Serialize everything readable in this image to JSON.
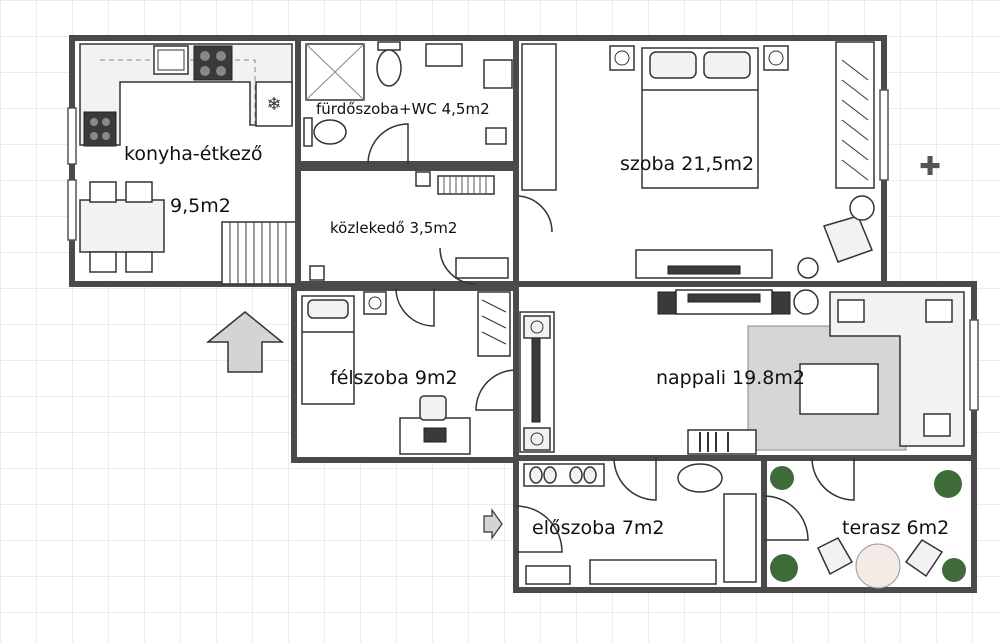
{
  "rooms": {
    "kitchen": {
      "name": "konyha-étkező",
      "area": "9,5m2"
    },
    "bathroom": {
      "label": "fürdőszoba+WC 4,5m2"
    },
    "hallway": {
      "label": "közlekedő 3,5m2"
    },
    "bedroom": {
      "label": "szoba 21,5m2"
    },
    "half_room": {
      "label": "félszoba 9m2"
    },
    "living": {
      "label": "nappali 19.8m2"
    },
    "entrance": {
      "label": "előszoba 7m2"
    },
    "terrace": {
      "label": "terasz 6m2"
    }
  },
  "icons": {
    "entrance_arrow": "arrow-up-icon",
    "side_arrow": "arrow-right-icon",
    "compass": "plus-icon",
    "freezer": "snowflake-icon"
  },
  "colors": {
    "wall": "#4a4a4a",
    "grid": "#d9d9d9",
    "floor": "#ffffff",
    "furniture": "#f2f2f2",
    "plant": "#3f6b3a"
  }
}
